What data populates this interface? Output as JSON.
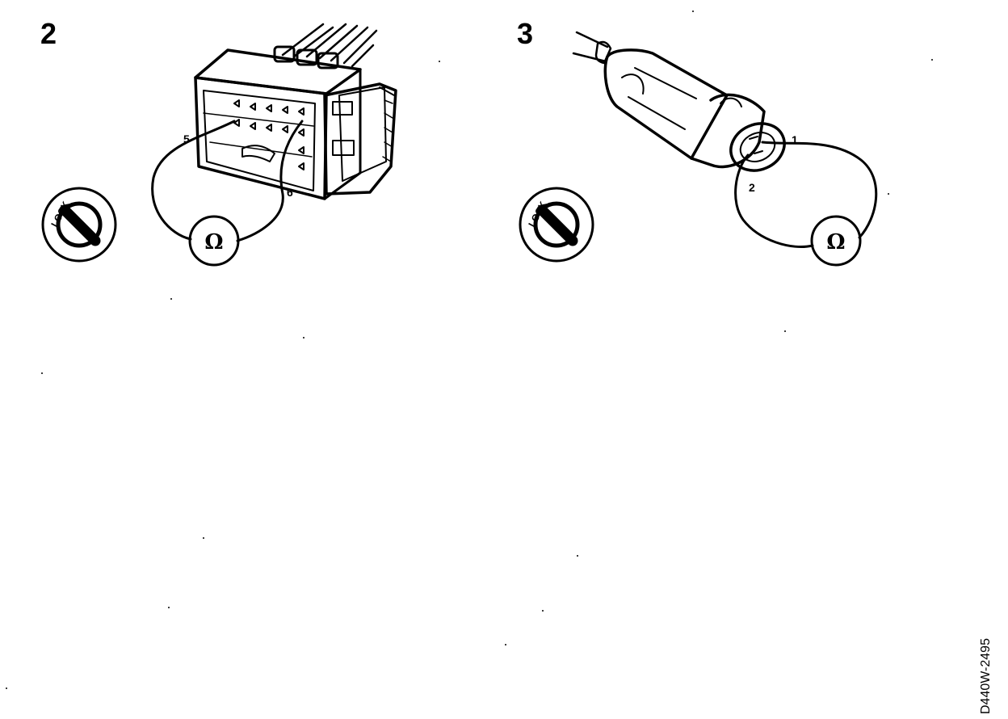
{
  "figures": [
    {
      "number": "2",
      "lock_label": "LOCK",
      "meter_symbol": "Ω",
      "pins": [
        "5",
        "6"
      ]
    },
    {
      "number": "3",
      "lock_label": "LOCK",
      "meter_symbol": "Ω",
      "pins": [
        "1",
        "2"
      ]
    }
  ],
  "document_id": "D440W-2495"
}
